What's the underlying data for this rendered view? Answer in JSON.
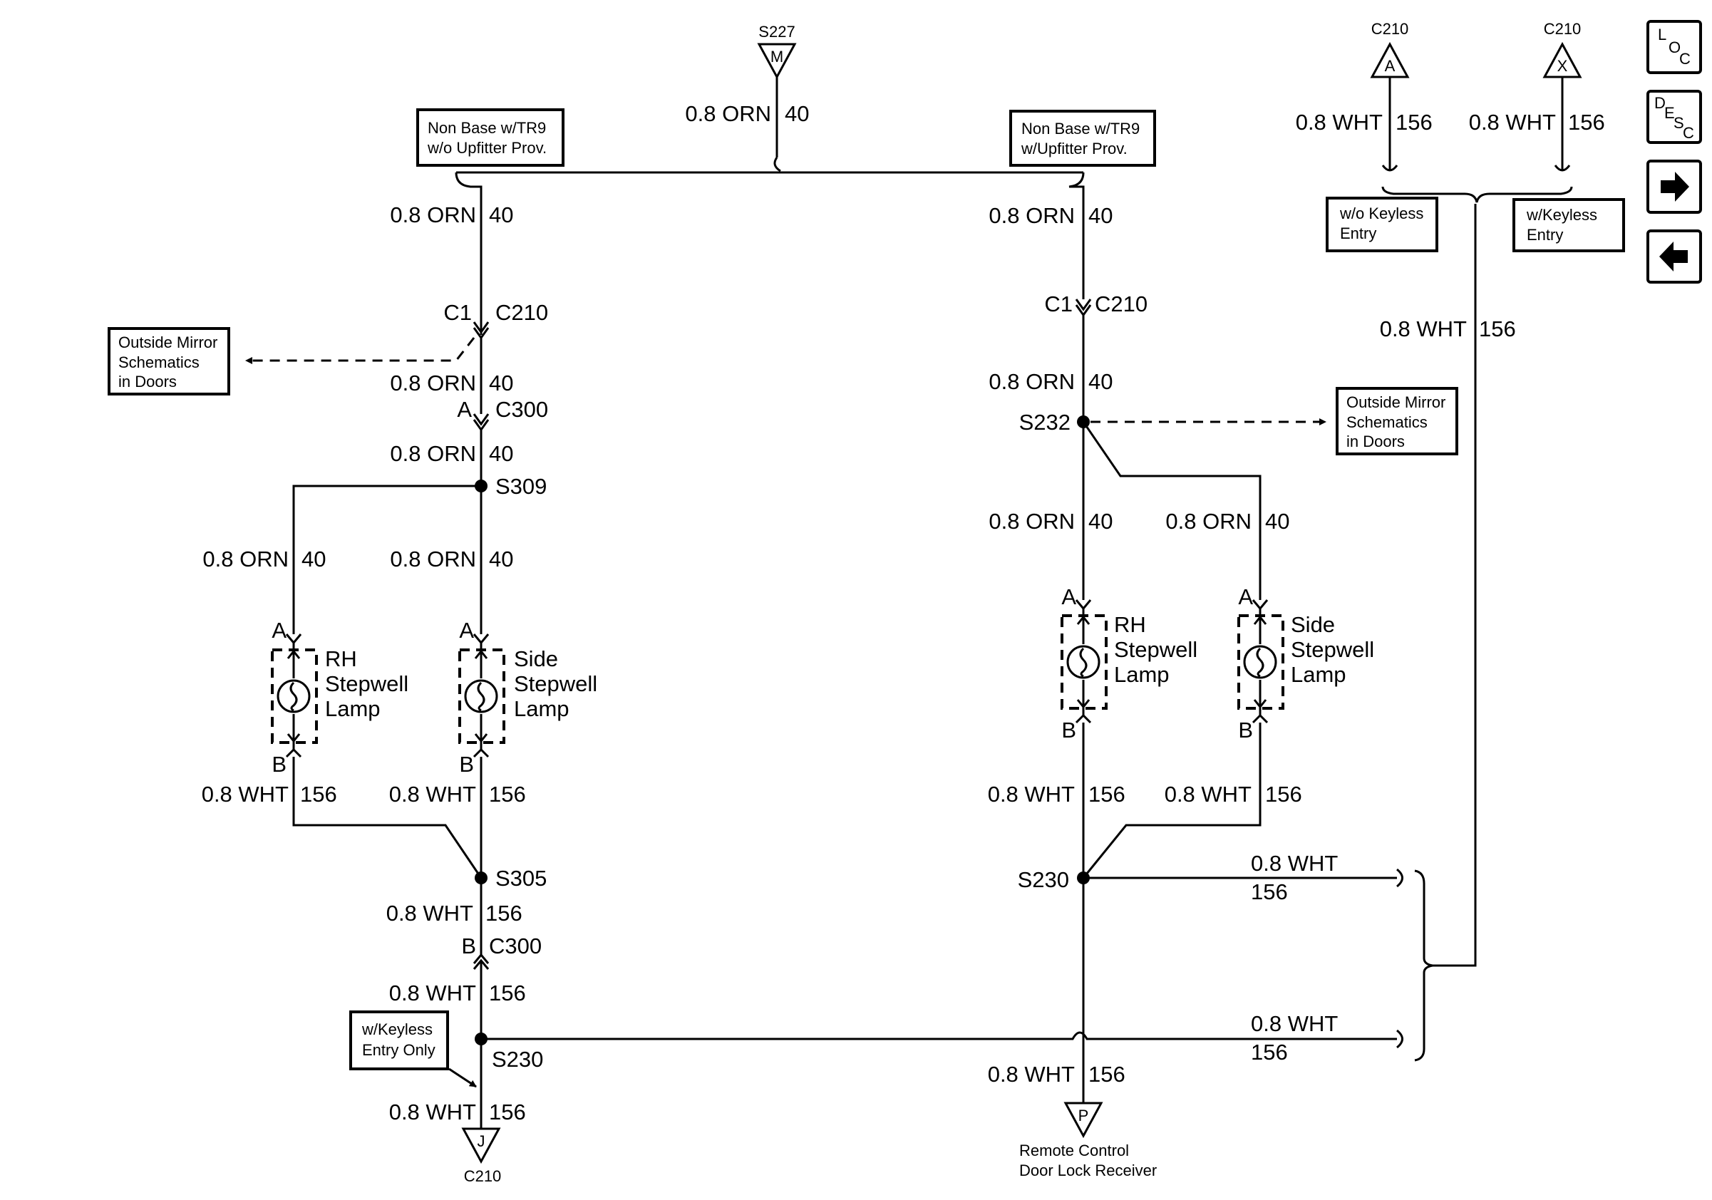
{
  "wire_orn": "0.8 ORN",
  "circ_40": "40",
  "wire_wht": "0.8 WHT",
  "circ_156": "156",
  "connectors": {
    "s227": "S227",
    "c210": "C210",
    "c1": "C1",
    "c300": "C300"
  },
  "pins": {
    "m": "M",
    "a": "A",
    "x": "X",
    "b": "B",
    "j": "J",
    "p": "P"
  },
  "splices": {
    "s309": "S309",
    "s305": "S305",
    "s230": "S230",
    "s232": "S232"
  },
  "boxes": {
    "non_base_wo_1": "Non Base w/TR9",
    "non_base_wo_2": "w/o Upfitter Prov.",
    "non_base_w_1": "Non Base w/TR9",
    "non_base_w_2": "w/Upfitter Prov.",
    "wo_keyless_1": "w/o Keyless",
    "wo_keyless_2": "Entry",
    "w_keyless_1": "w/Keyless",
    "w_keyless_2": "Entry",
    "mirror_1": "Outside Mirror",
    "mirror_2": "Schematics",
    "mirror_3": "in Doors",
    "keyless_only_1": "w/Keyless",
    "keyless_only_2": "Entry Only"
  },
  "lamps": {
    "rh_1": "RH",
    "side_1": "Side",
    "stepwell": "Stepwell",
    "lamp": "Lamp"
  },
  "receiver": {
    "line1": "Remote Control",
    "line2": "Door Lock Receiver"
  },
  "nav": {
    "loc_l": "L",
    "loc_o": "O",
    "loc_c": "C",
    "desc_d": "D",
    "desc_e": "E",
    "desc_s": "S",
    "desc_c": "C",
    "next_icon": "arrow-right-icon",
    "prev_icon": "arrow-left-icon"
  }
}
